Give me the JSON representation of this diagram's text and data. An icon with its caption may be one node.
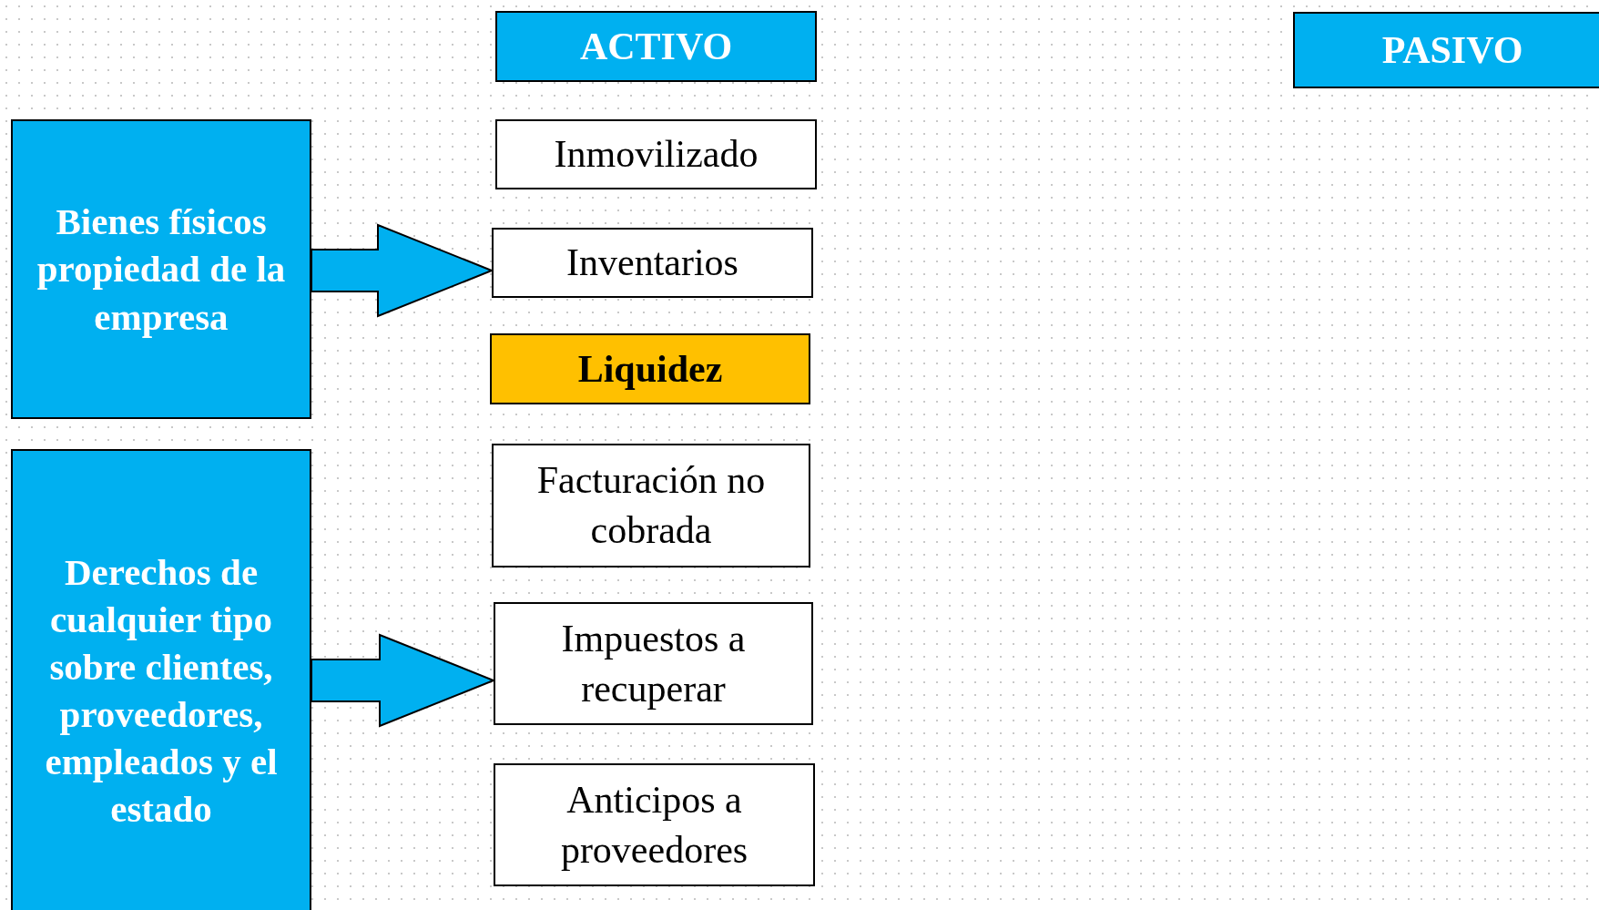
{
  "diagram": {
    "nodes": [
      {
        "text": [
          "ACTIVO"
        ]
      },
      {
        "text": [
          "PASIVO"
        ]
      },
      {
        "text": [
          "Bienes físicos propiedad de la empresa"
        ]
      },
      {
        "text": [
          "Inmovilizado"
        ]
      },
      {
        "text": [
          "Inventarios"
        ]
      },
      {
        "text": [
          "Liquidez"
        ]
      },
      {
        "text": [
          "Derechos de cualquier tipo sobre clientes, proveedores, empleados y el estado"
        ]
      },
      {
        "text": [
          "Facturación no cobrada"
        ]
      },
      {
        "text": [
          "Impuestos a recuperar"
        ]
      },
      {
        "text": [
          "Anticipos a proveedores"
        ]
      }
    ],
    "edges": [
      {
        "from": 2,
        "to": 4,
        "arrow": "to"
      },
      {
        "from": 6,
        "to": 8,
        "arrow": "to"
      }
    ]
  }
}
